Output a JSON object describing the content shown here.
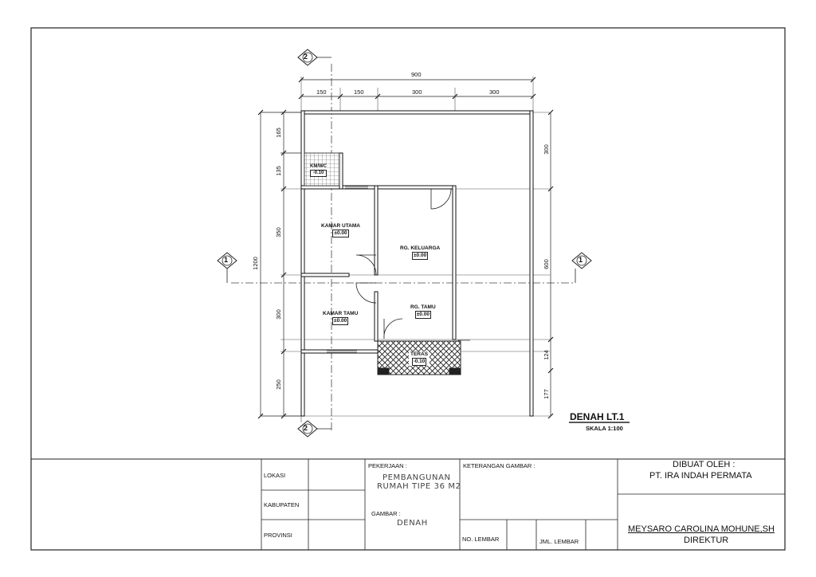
{
  "plan": {
    "title": "DENAH LT.1",
    "scale": "SKALA 1:100",
    "section_markers": {
      "a": "2",
      "b": "1"
    },
    "dims_top": {
      "total": "900",
      "d1": "150",
      "d2": "150",
      "d3": "300",
      "d4": "300"
    },
    "dims_left": {
      "total": "1200",
      "d1": "165",
      "d2": "135",
      "d3": "350",
      "d4": "300",
      "d5": "250"
    },
    "dims_right": {
      "d1": "300",
      "d2": "600",
      "d3": "124",
      "d4": "177"
    },
    "rooms": [
      {
        "name": "KM/WC",
        "level": "-0.10"
      },
      {
        "name": "KAMAR UTAMA",
        "level": "±0.00"
      },
      {
        "name": "RG. KELUARGA",
        "level": "±0.00"
      },
      {
        "name": "RG. TAMU",
        "level": "±0.00"
      },
      {
        "name": "KAMAR TAMU",
        "level": "±0.00"
      },
      {
        "name": "TERAS",
        "level": "-0.10"
      }
    ]
  },
  "title_block": {
    "lokasi": "LOKASI",
    "kabupaten": "KABUPATEN",
    "provinsi": "PROVINSI",
    "pekerjaan_label": "PEKERJAAN :",
    "pekerjaan_line1": "PEMBANGUNAN",
    "pekerjaan_line2": "RUMAH TIPE 36 M2",
    "gambar_label": "GAMBAR :",
    "gambar_value": "DENAH",
    "keterangan_label": "KETERANGAN GAMBAR :",
    "no_lembar": "NO. LEMBAR",
    "jml_lembar": "JML. LEMBAR",
    "dibuat_oleh": "DIBUAT OLEH :",
    "company": "PT. IRA INDAH PERMATA",
    "person": "MEYSARO CAROLINA MOHUNE,SH",
    "role": "DIREKTUR"
  }
}
